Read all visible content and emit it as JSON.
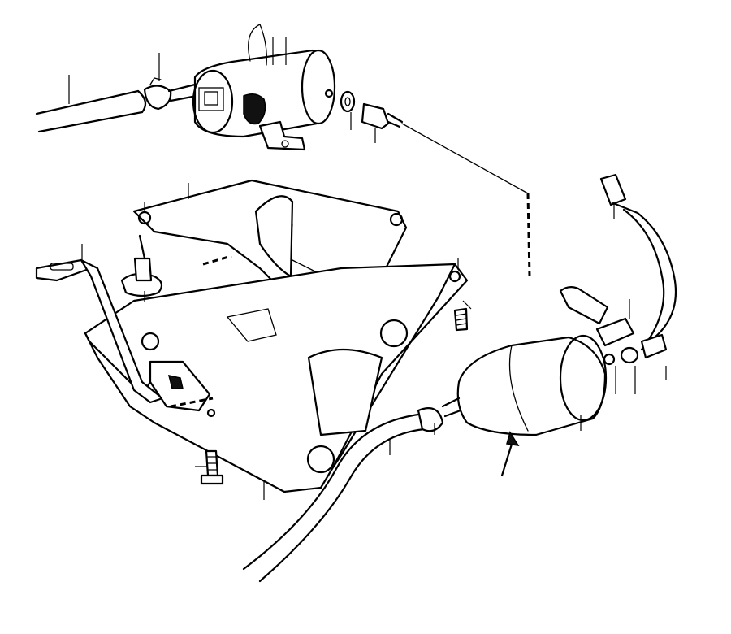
{
  "diagram": {
    "type": "exploded parts illustration",
    "components": [
      {
        "name": "fuel-pump"
      },
      {
        "name": "fuel-filter"
      },
      {
        "name": "mounting-bracket-plate"
      },
      {
        "name": "fuel-hose-inlet"
      },
      {
        "name": "fuel-hose-outlet"
      },
      {
        "name": "hose-clamp"
      },
      {
        "name": "union-nipple"
      },
      {
        "name": "sealing-washer"
      },
      {
        "name": "rubber-bushing"
      },
      {
        "name": "bolt"
      }
    ],
    "callouts": 22,
    "labels": []
  }
}
